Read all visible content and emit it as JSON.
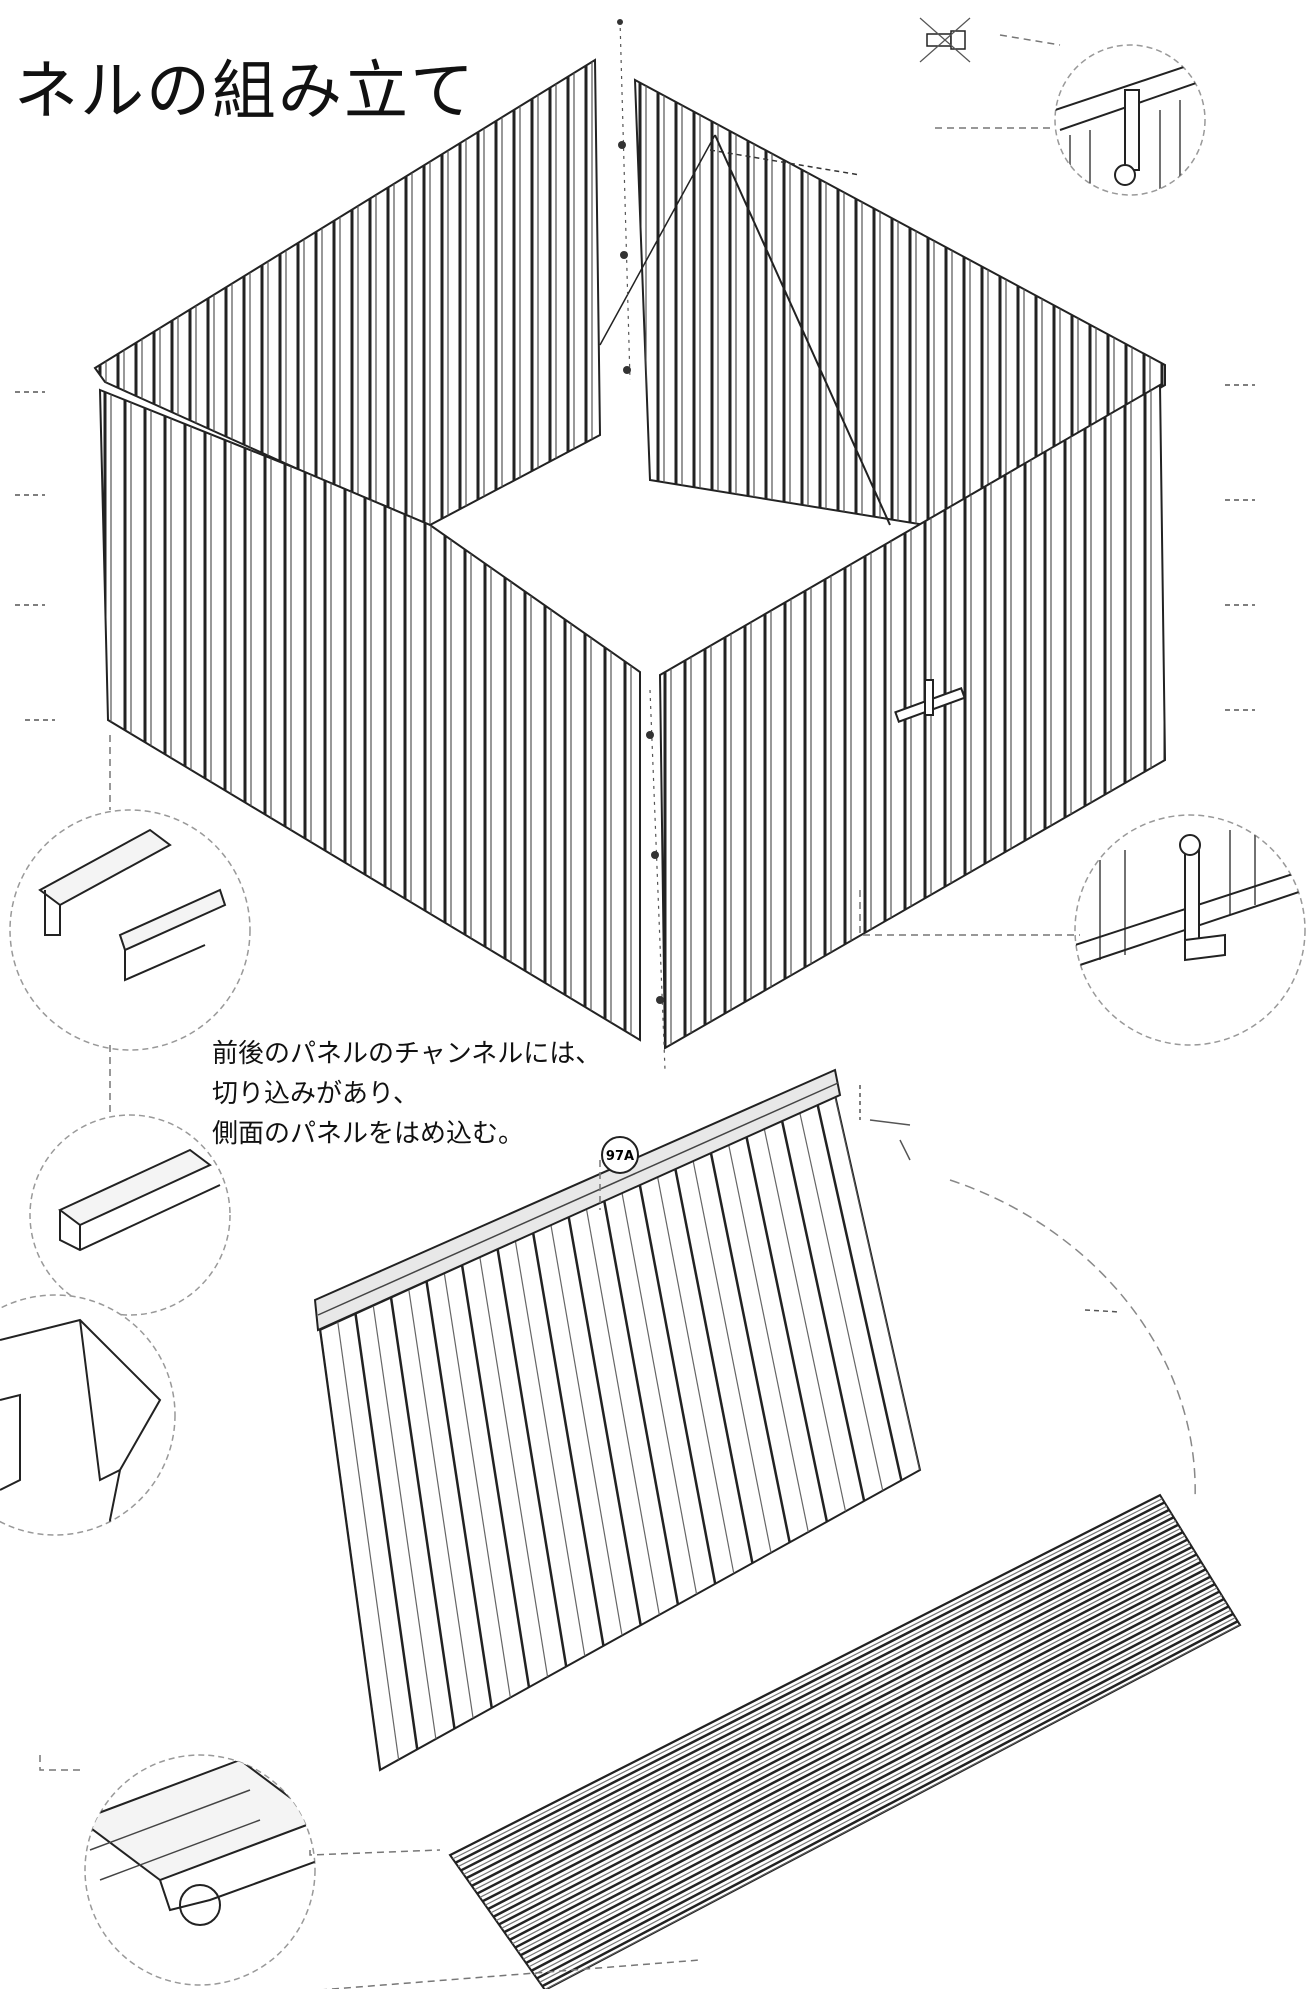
{
  "title": "ネルの組み立て",
  "note": {
    "lines": [
      "前後のパネルのチャンネルには、",
      "切り込みがあり、",
      "側面のパネルをはめ込む。"
    ]
  },
  "callout_label": "97A",
  "icons": [
    "no-rotate-icon",
    "screw-icon",
    "bolt-icon"
  ]
}
